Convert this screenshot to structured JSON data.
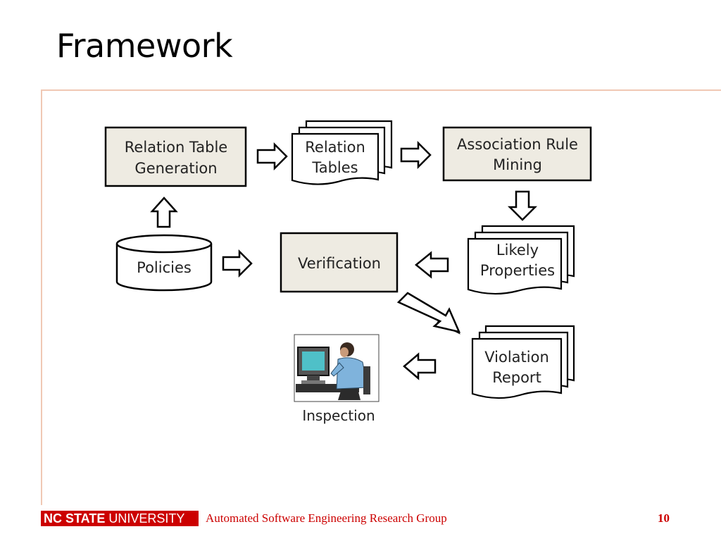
{
  "slide": {
    "title": "Framework",
    "page_number": "10"
  },
  "footer": {
    "university_bold": "NC STATE",
    "university_rest": "UNIVERSITY",
    "group": "Automated Software Engineering Research Group"
  },
  "diagram": {
    "relation_table_generation": [
      "Relation Table",
      "Generation"
    ],
    "relation_tables": [
      "Relation",
      "Tables"
    ],
    "association_rule_mining": [
      "Association Rule",
      "Mining"
    ],
    "policies": "Policies",
    "verification": "Verification",
    "likely_properties": [
      "Likely",
      "Properties"
    ],
    "violation_report": [
      "Violation",
      "Report"
    ],
    "inspection": "Inspection"
  },
  "colors": {
    "box_fill": "#eeebe2",
    "footer_red": "#cc0000",
    "frame_line": "#f0c8b4"
  }
}
